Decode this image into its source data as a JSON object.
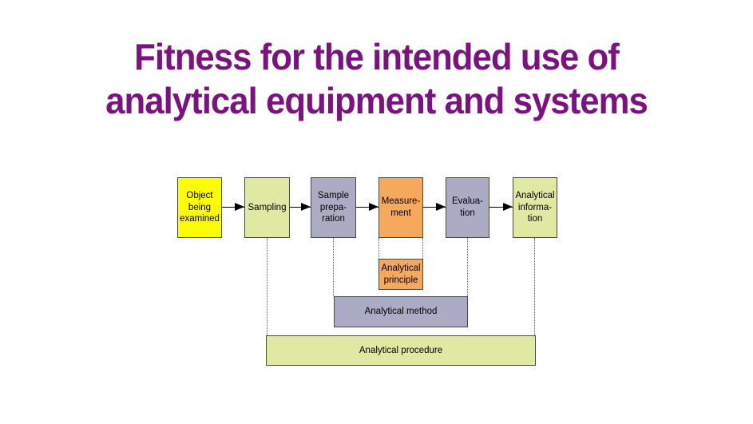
{
  "slide": {
    "title_line1": "Fitness for the intended use of",
    "title_line2": "analytical equipment and systems",
    "title_color": "#7b1280"
  },
  "flow": {
    "boxes": [
      {
        "id": "object",
        "label": "Object\nbeing\nexamined",
        "color": "#fdfd00"
      },
      {
        "id": "sampling",
        "label": "Sampling",
        "color": "#e0e9a1"
      },
      {
        "id": "preparation",
        "label": "Sample\nprepa-\nration",
        "color": "#acabc6"
      },
      {
        "id": "measurement",
        "label": "Measure-\nment",
        "color": "#f6a95d"
      },
      {
        "id": "evaluation",
        "label": "Evalua-\ntion",
        "color": "#acabc6"
      },
      {
        "id": "information",
        "label": "Analytical\ninforma-\ntion",
        "color": "#e0e9a1"
      }
    ],
    "arrow_color": "#000000",
    "connector_style": "dotted"
  },
  "layers": {
    "principle": {
      "label": "Analytical\nprinciple",
      "color": "#f6a95d"
    },
    "method": {
      "label": "Analytical method",
      "color": "#acabc6"
    },
    "procedure": {
      "label": "Analytical procedure",
      "color": "#e0e9a1"
    }
  }
}
